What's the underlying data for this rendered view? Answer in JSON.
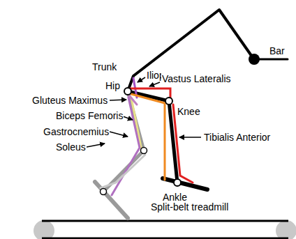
{
  "diagram": {
    "labels": [
      "Trunk",
      "Bar",
      "Iliopsoas",
      "Vastus Lateralis",
      "Hip",
      "Knee",
      "Gluteus Maximus",
      "Biceps Femoris",
      "Gastrocnemius",
      "Soleus",
      "Tibialis Anterior",
      "Ankle",
      "Split-belt treadmill"
    ]
  }
}
